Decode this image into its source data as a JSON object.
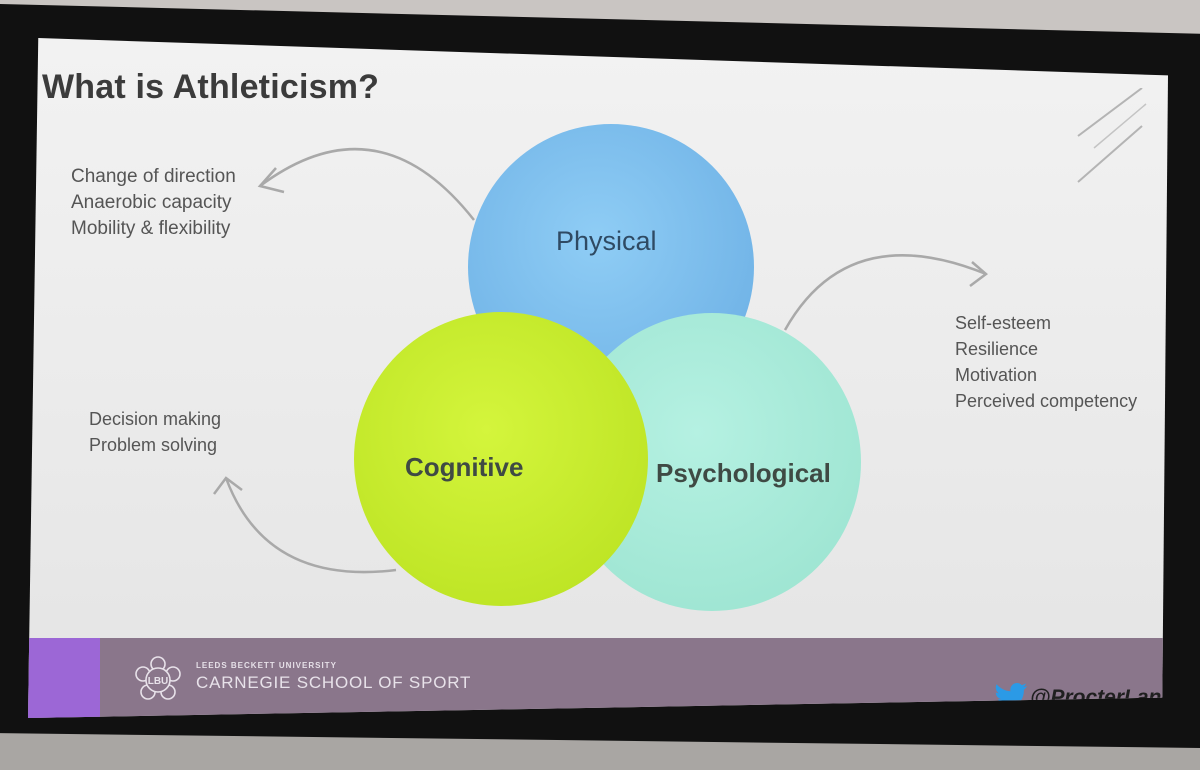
{
  "slide": {
    "title": "What is Athleticism?",
    "circles": {
      "physical": "Physical",
      "cognitive": "Cognitive",
      "psychological": "Psychological"
    },
    "lists": {
      "physical": [
        "Change of direction",
        "Anaerobic capacity",
        "Mobility & flexibility"
      ],
      "psychological": [
        "Self-esteem",
        "Resilience",
        "Motivation",
        "Perceived competency"
      ],
      "cognitive": [
        "Decision making",
        "Problem solving"
      ]
    },
    "colors": {
      "physical": "#7fc0ee",
      "cognitive": "#c8ed2f",
      "psychological": "#a9ecd9",
      "footer": "#8a768b",
      "footer_accent": "#9c67d6"
    }
  },
  "footer": {
    "crest_letters": "LBU",
    "university": "LEEDS BECKETT UNIVERSITY",
    "school": "CARNEGIE SCHOOL OF SPORT",
    "twitter_handle": "@ProcterLane",
    "icon": "twitter-bird-icon"
  }
}
